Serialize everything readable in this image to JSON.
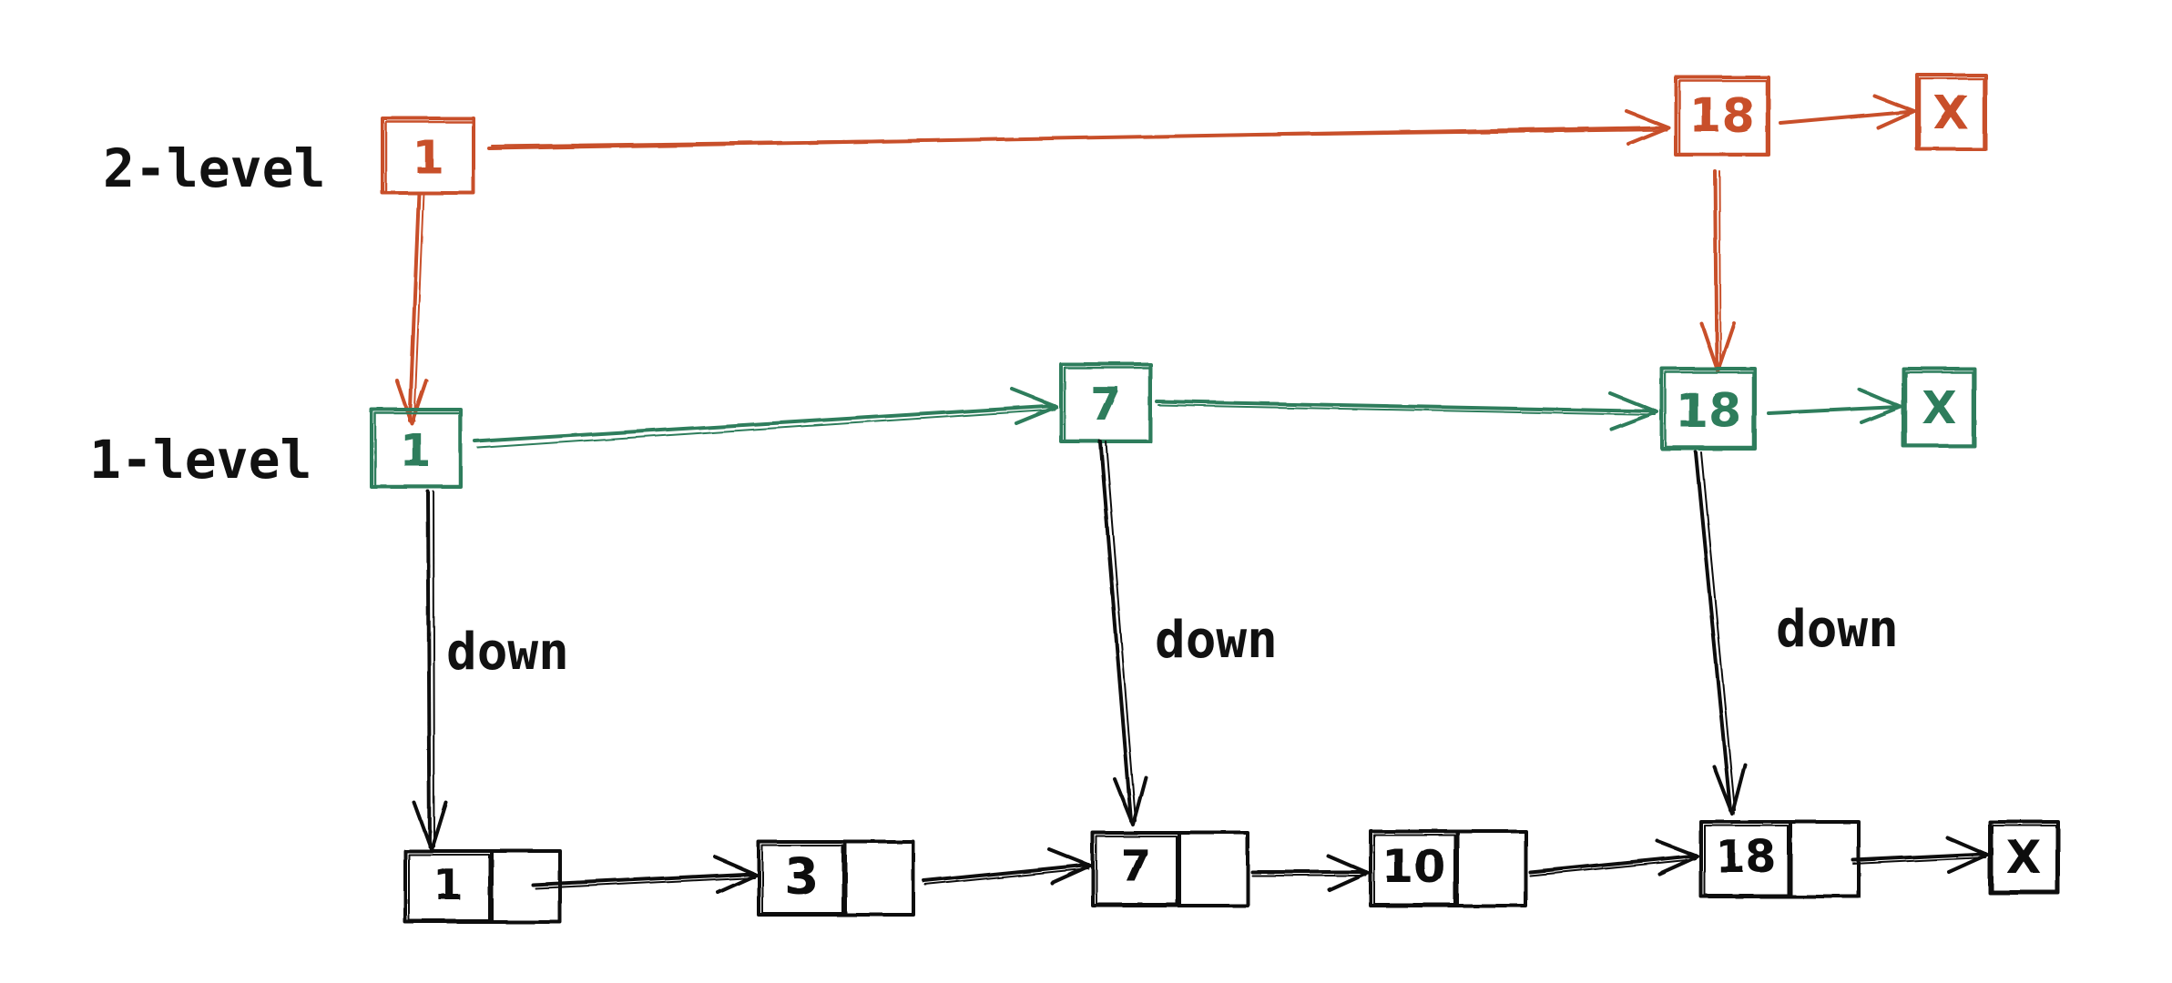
{
  "colors": {
    "level2": "#c8502a",
    "level1": "#2f7d5c",
    "base": "#111111"
  },
  "level_labels": {
    "level2": "2-level",
    "level1": "1-level"
  },
  "down_labels": [
    "down",
    "down",
    "down"
  ],
  "level2_nodes": [
    "1",
    "18",
    "X"
  ],
  "level1_nodes": [
    "1",
    "7",
    "18",
    "X"
  ],
  "base_nodes": [
    "1",
    "3",
    "7",
    "10",
    "18"
  ],
  "base_end": "X"
}
